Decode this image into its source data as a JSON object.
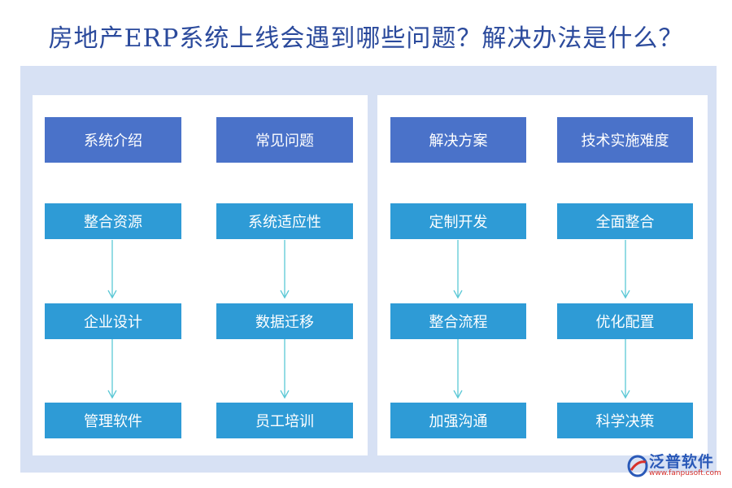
{
  "title": "房地产ERP系统上线会遇到哪些问题？解决办法是什么？",
  "columns": [
    {
      "header": "系统介绍",
      "items": [
        "整合资源",
        "企业设计",
        "管理软件"
      ]
    },
    {
      "header": "常见问题",
      "items": [
        "系统适应性",
        "数据迁移",
        "员工培训"
      ]
    },
    {
      "header": "解决方案",
      "items": [
        "定制开发",
        "整合流程",
        "加强沟通"
      ]
    },
    {
      "header": "技术实施难度",
      "items": [
        "全面整合",
        "优化配置",
        "科学决策"
      ]
    }
  ],
  "logo": {
    "name": "泛普软件",
    "url": "www.fanpusoft.com"
  },
  "colors": {
    "title": "#2b4a9c",
    "header_box": "#4a72c9",
    "item_box": "#2e9bd6",
    "arrow": "#5bc8d6",
    "background": "#d7e1f4"
  }
}
